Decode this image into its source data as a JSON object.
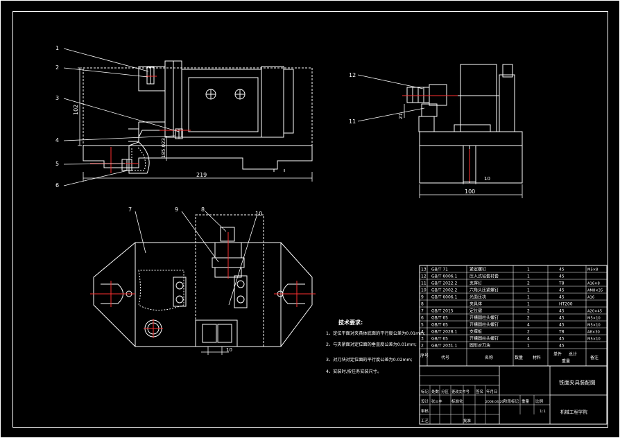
{
  "colors": {
    "background": "#000000",
    "line": "#ffffff",
    "section": "#ff3030",
    "title_block_text": "#00ff00"
  },
  "callouts": {
    "c1": "1",
    "c2": "2",
    "c3": "3",
    "c4": "4",
    "c5": "5",
    "c6": "6",
    "c7": "7",
    "c8": "8",
    "c9": "9",
    "c10": "10",
    "c11": "11",
    "c12": "12"
  },
  "dims": {
    "front_width": "219",
    "front_height": "102",
    "front_small": "185.023",
    "side_width": "100",
    "side_small": "10",
    "side_height": "21",
    "top_small": "10"
  },
  "notes": {
    "title": "技术要求:",
    "lines": [
      "1、定位平面对夹具体底面的平行度公差为0.01mm;",
      "2、与夹紧面对定位面的垂直度公差为0.01mm;",
      "3、对刀块对定位面的平行度公差为0.02mm;",
      "4、安装时,按任务安装尺寸。"
    ]
  },
  "bom": {
    "rows": [
      {
        "no": "13",
        "code": "GB/T 71",
        "name": "紧定螺钉",
        "qty": "1",
        "mat": "45",
        "note": "M5×8"
      },
      {
        "no": "12",
        "code": "GB/T 6006.1",
        "name": "压入式钻套衬套",
        "qty": "1",
        "mat": "45",
        "note": ""
      },
      {
        "no": "11",
        "code": "GB/T 2022.2",
        "name": "支撑钉",
        "qty": "2",
        "mat": "T8",
        "note": "A16×8"
      },
      {
        "no": "10",
        "code": "GB/T 2002.2",
        "name": "六角头压紧螺钉",
        "qty": "1",
        "mat": "45",
        "note": "AM8×35"
      },
      {
        "no": "9",
        "code": "GB/T 6006.1",
        "name": "光面压块",
        "qty": "1",
        "mat": "45",
        "note": "A16"
      },
      {
        "no": "8",
        "code": "",
        "name": "夹具体",
        "qty": "1",
        "mat": "HT200",
        "note": ""
      },
      {
        "no": "7",
        "code": "GB/T 2015",
        "name": "定位键",
        "qty": "2",
        "mat": "45",
        "note": "A20×45"
      },
      {
        "no": "6",
        "code": "GB/T 65",
        "name": "开槽圆柱头螺钉",
        "qty": "2",
        "mat": "45",
        "note": "M5×10"
      },
      {
        "no": "5",
        "code": "GB/T 65",
        "name": "开槽圆柱头螺钉",
        "qty": "4",
        "mat": "45",
        "note": "M5×10"
      },
      {
        "no": "4",
        "code": "GB/T 2028.1",
        "name": "支撑板",
        "qty": "2",
        "mat": "T8",
        "note": "A8×30"
      },
      {
        "no": "3",
        "code": "GB/T 65",
        "name": "开槽圆柱头螺钉",
        "qty": "4",
        "mat": "45",
        "note": "M5×10"
      },
      {
        "no": "2",
        "code": "GB/T 2031.1",
        "name": "圆形对刀块",
        "qty": "1",
        "mat": "45",
        "note": ""
      }
    ],
    "header": {
      "no": "序号",
      "code": "代号",
      "name": "名称",
      "qty": "数量",
      "mat": "材料",
      "unit": "单件",
      "total": "总计",
      "weight": "重量",
      "note": "备注"
    }
  },
  "title_block": {
    "drawing_title": "铣面夹具装配图",
    "company": "机械工程学院",
    "labels": [
      "标记",
      "处数",
      "分区",
      "更改文件号",
      "签名",
      "年月日",
      "设计",
      "标准化",
      "审核",
      "工艺",
      "批准",
      "阶段标记",
      "重量",
      "比例"
    ],
    "designer": "张三丰",
    "date": "2008.04.20",
    "scale": "1:1"
  }
}
